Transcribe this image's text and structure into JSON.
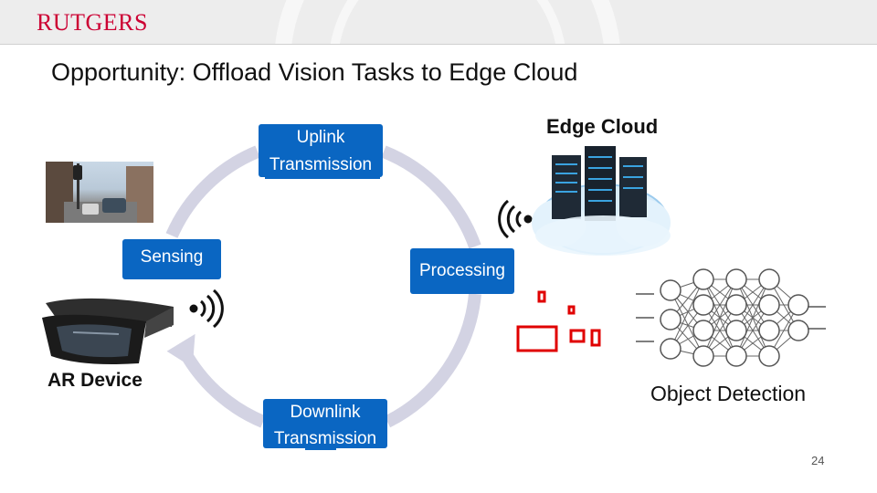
{
  "header": {
    "logo_text": "RUTGERS"
  },
  "slide": {
    "title": "Opportunity: Offload Vision Tasks to Edge Cloud"
  },
  "steps": {
    "uplink": {
      "line1": "Uplink",
      "line2": "Transmission"
    },
    "sensing": {
      "label": "Sensing"
    },
    "processing": {
      "label": "Processing"
    },
    "downlink": {
      "line1": "Downlink",
      "line2": "Transmission"
    }
  },
  "labels": {
    "edge_cloud": "Edge Cloud",
    "ar_device": "AR Device",
    "object_detection": "Object Detection"
  },
  "footer": {
    "page_number": "24"
  },
  "colors": {
    "brand_red": "#cc0033",
    "step_blue": "#0a66c2",
    "cycle_arrow": "#d3d3e3",
    "detection_red": "#e00000"
  },
  "icons": [
    "wifi-icon",
    "wifi-icon",
    "server-cloud-icon",
    "neural-network-icon",
    "ar-headset-icon"
  ]
}
